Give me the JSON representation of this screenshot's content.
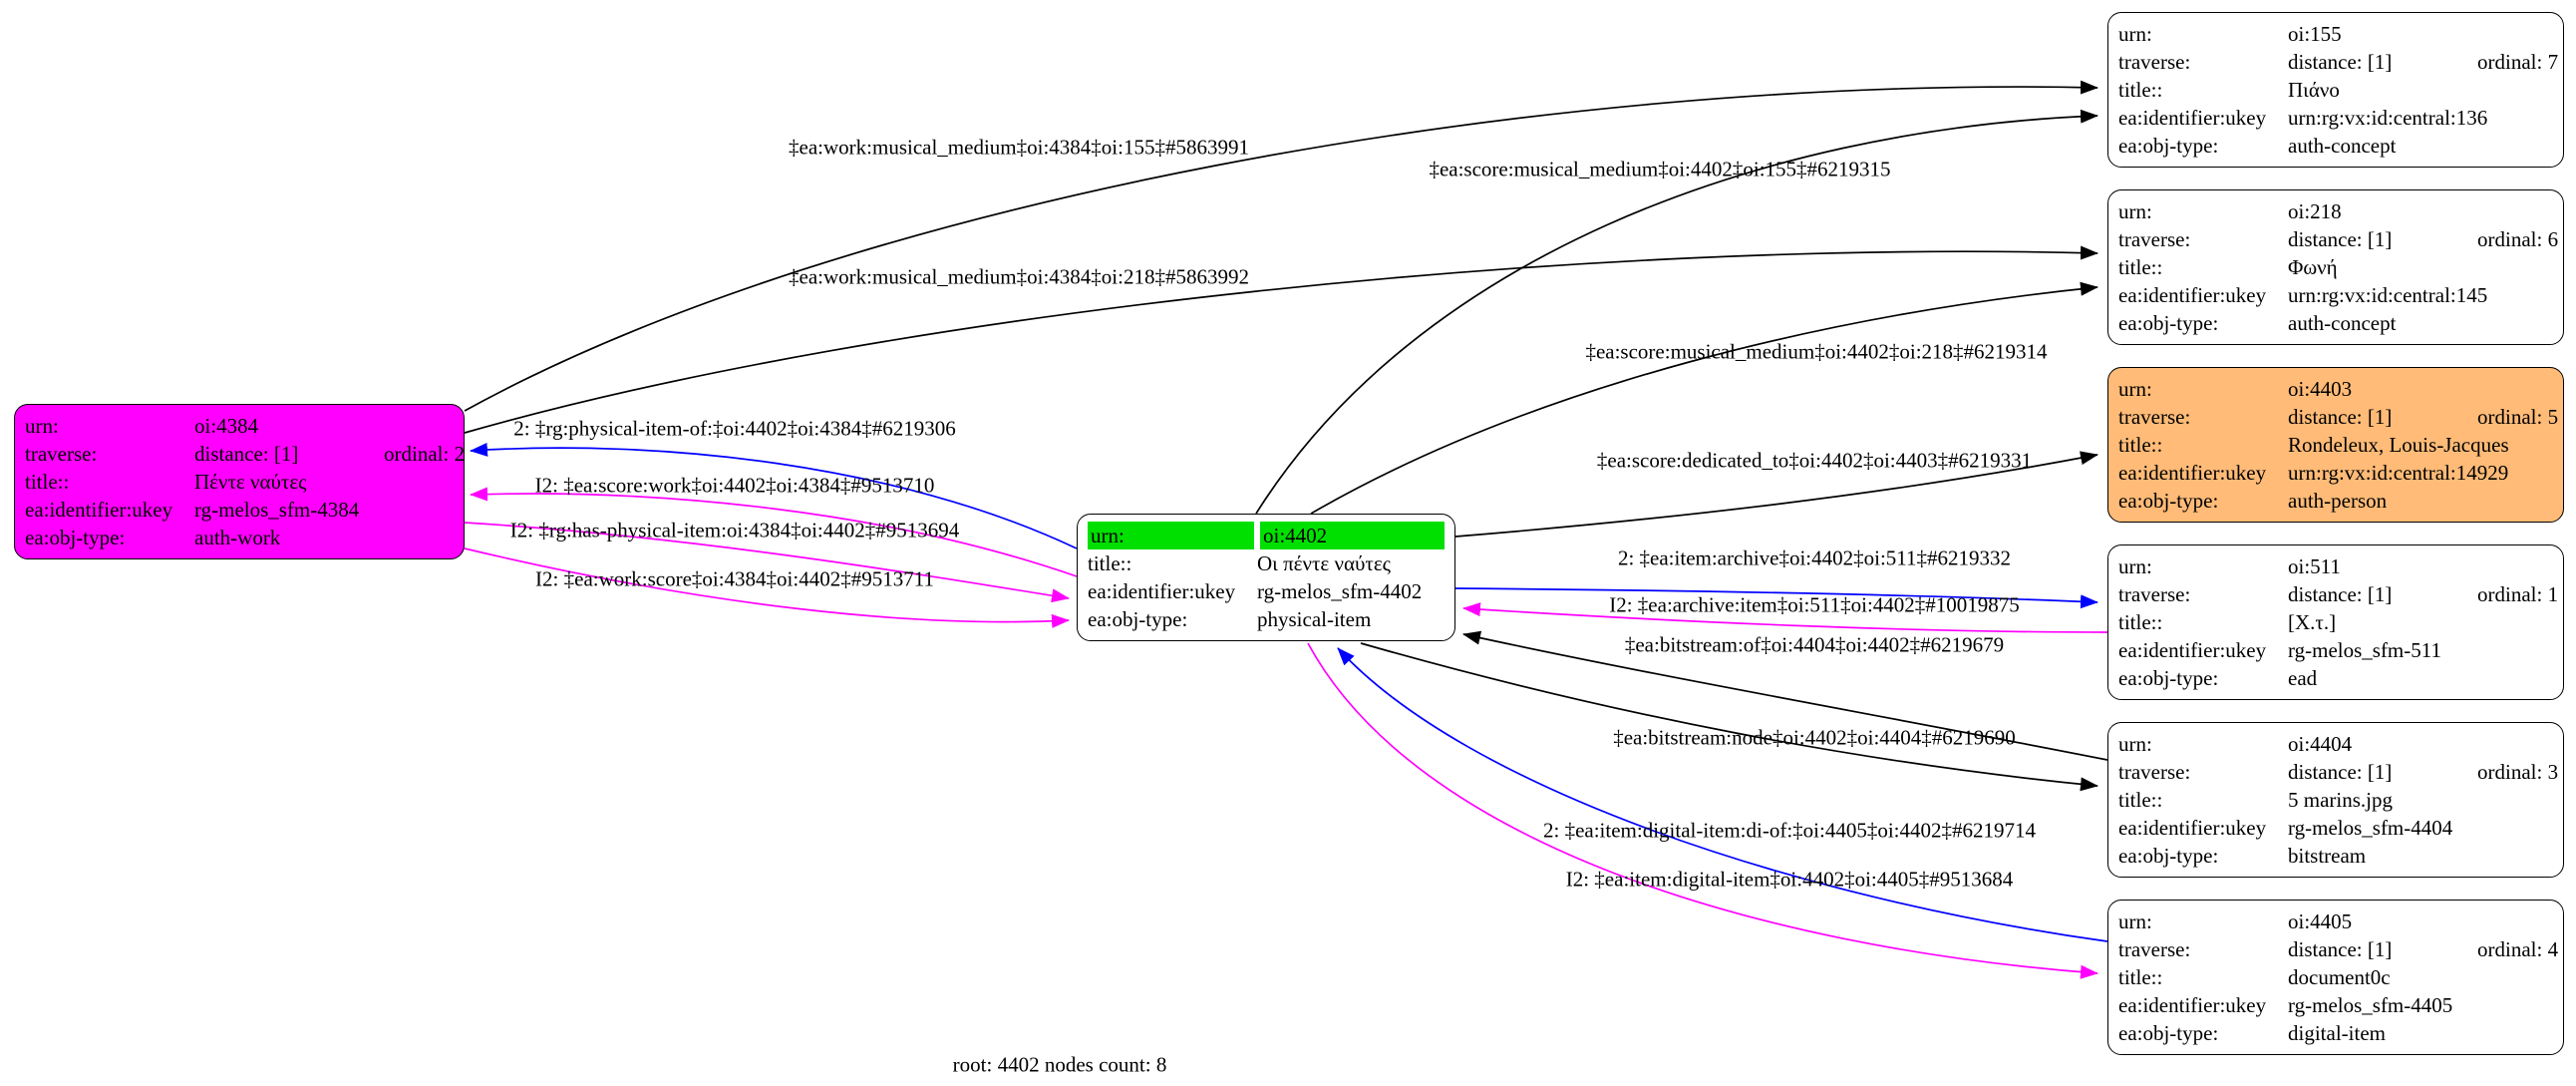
{
  "caption": "root: 4402 nodes count: 8",
  "palette": {
    "black": "#000000",
    "blue": "#0000ff",
    "magenta": "#ff00ff",
    "green": "#00e000",
    "orange": "#ffbb77",
    "white": "#ffffff"
  },
  "nodes": [
    {
      "id": "oi:4384",
      "fill": "#ff00ff",
      "rows": [
        {
          "k": "urn:",
          "v": "oi:4384"
        },
        {
          "k": "traverse:",
          "v": "distance: [1]",
          "v2": "ordinal: 2"
        },
        {
          "k": "title::",
          "v": "Πέντε ναύτες"
        },
        {
          "k": "ea:identifier:ukey",
          "v": "rg-melos_sfm-4384"
        },
        {
          "k": "ea:obj-type:",
          "v": "auth-work"
        }
      ]
    },
    {
      "id": "oi:4402",
      "fill": "#ffffff",
      "urn_bg": "#00e000",
      "rows": [
        {
          "k": "urn:",
          "v": "oi:4402"
        },
        {
          "k": "title::",
          "v": "Οι πέντε ναύτες"
        },
        {
          "k": "ea:identifier:ukey",
          "v": "rg-melos_sfm-4402"
        },
        {
          "k": "ea:obj-type:",
          "v": "physical-item"
        }
      ]
    },
    {
      "id": "oi:155",
      "fill": "#ffffff",
      "rows": [
        {
          "k": "urn:",
          "v": "oi:155"
        },
        {
          "k": "traverse:",
          "v": "distance: [1]",
          "v2": "ordinal: 7"
        },
        {
          "k": "title::",
          "v": "Πιάνο"
        },
        {
          "k": "ea:identifier:ukey",
          "v": "urn:rg:vx:id:central:136"
        },
        {
          "k": "ea:obj-type:",
          "v": "auth-concept"
        }
      ]
    },
    {
      "id": "oi:218",
      "fill": "#ffffff",
      "rows": [
        {
          "k": "urn:",
          "v": "oi:218"
        },
        {
          "k": "traverse:",
          "v": "distance: [1]",
          "v2": "ordinal: 6"
        },
        {
          "k": "title::",
          "v": "Φωνή"
        },
        {
          "k": "ea:identifier:ukey",
          "v": "urn:rg:vx:id:central:145"
        },
        {
          "k": "ea:obj-type:",
          "v": "auth-concept"
        }
      ]
    },
    {
      "id": "oi:4403",
      "fill": "#ffbb77",
      "rows": [
        {
          "k": "urn:",
          "v": "oi:4403"
        },
        {
          "k": "traverse:",
          "v": "distance: [1]",
          "v2": "ordinal: 5"
        },
        {
          "k": "title::",
          "v": "Rondeleux, Louis-Jacques"
        },
        {
          "k": "ea:identifier:ukey",
          "v": "urn:rg:vx:id:central:14929"
        },
        {
          "k": "ea:obj-type:",
          "v": "auth-person"
        }
      ]
    },
    {
      "id": "oi:511",
      "fill": "#ffffff",
      "rows": [
        {
          "k": "urn:",
          "v": "oi:511"
        },
        {
          "k": "traverse:",
          "v": "distance: [1]",
          "v2": "ordinal: 1"
        },
        {
          "k": "title::",
          "v": "[Χ.τ.]"
        },
        {
          "k": "ea:identifier:ukey",
          "v": "rg-melos_sfm-511"
        },
        {
          "k": "ea:obj-type:",
          "v": "ead"
        }
      ]
    },
    {
      "id": "oi:4404",
      "fill": "#ffffff",
      "rows": [
        {
          "k": "urn:",
          "v": "oi:4404"
        },
        {
          "k": "traverse:",
          "v": "distance: [1]",
          "v2": "ordinal: 3"
        },
        {
          "k": "title::",
          "v": "5 marins.jpg"
        },
        {
          "k": "ea:identifier:ukey",
          "v": "rg-melos_sfm-4404"
        },
        {
          "k": "ea:obj-type:",
          "v": "bitstream"
        }
      ]
    },
    {
      "id": "oi:4405",
      "fill": "#ffffff",
      "rows": [
        {
          "k": "urn:",
          "v": "oi:4405"
        },
        {
          "k": "traverse:",
          "v": "distance: [1]",
          "v2": "ordinal: 4"
        },
        {
          "k": "title::",
          "v": "document0c"
        },
        {
          "k": "ea:identifier:ukey",
          "v": "rg-melos_sfm-4405"
        },
        {
          "k": "ea:obj-type:",
          "v": "digital-item"
        }
      ]
    }
  ],
  "edges": [
    {
      "label": "‡ea:work:musical_medium‡oi:4384‡oi:155‡#5863991",
      "color": "#000000"
    },
    {
      "label": "‡ea:score:musical_medium‡oi:4402‡oi:155‡#6219315",
      "color": "#000000"
    },
    {
      "label": "‡ea:work:musical_medium‡oi:4384‡oi:218‡#5863992",
      "color": "#000000"
    },
    {
      "label": "‡ea:score:musical_medium‡oi:4402‡oi:218‡#6219314",
      "color": "#000000"
    },
    {
      "label": "‡ea:score:dedicated_to‡oi:4402‡oi:4403‡#6219331",
      "color": "#000000"
    },
    {
      "label": "2: ‡rg:physical-item-of:‡oi:4402‡oi:4384‡#6219306",
      "color": "#0000ff"
    },
    {
      "label": "I2: ‡ea:score:work‡oi:4402‡oi:4384‡#9513710",
      "color": "#ff00ff"
    },
    {
      "label": "I2: ‡rg:has-physical-item:oi:4384‡oi:4402‡#9513694",
      "color": "#ff00ff"
    },
    {
      "label": "I2: ‡ea:work:score‡oi:4384‡oi:4402‡#9513711",
      "color": "#ff00ff"
    },
    {
      "label": "2: ‡ea:item:archive‡oi:4402‡oi:511‡#6219332",
      "color": "#0000ff"
    },
    {
      "label": "I2: ‡ea:archive:item‡oi:511‡oi:4402‡#10019875",
      "color": "#ff00ff"
    },
    {
      "label": "‡ea:bitstream:of‡oi:4404‡oi:4402‡#6219679",
      "color": "#000000"
    },
    {
      "label": "‡ea:bitstream:node‡oi:4402‡oi:4404‡#6219690",
      "color": "#000000"
    },
    {
      "label": "2: ‡ea:item:digital-item:di-of:‡oi:4405‡oi:4402‡#6219714",
      "color": "#0000ff"
    },
    {
      "label": "I2: ‡ea:item:digital-item‡oi:4402‡oi:4405‡#9513684",
      "color": "#ff00ff"
    }
  ]
}
